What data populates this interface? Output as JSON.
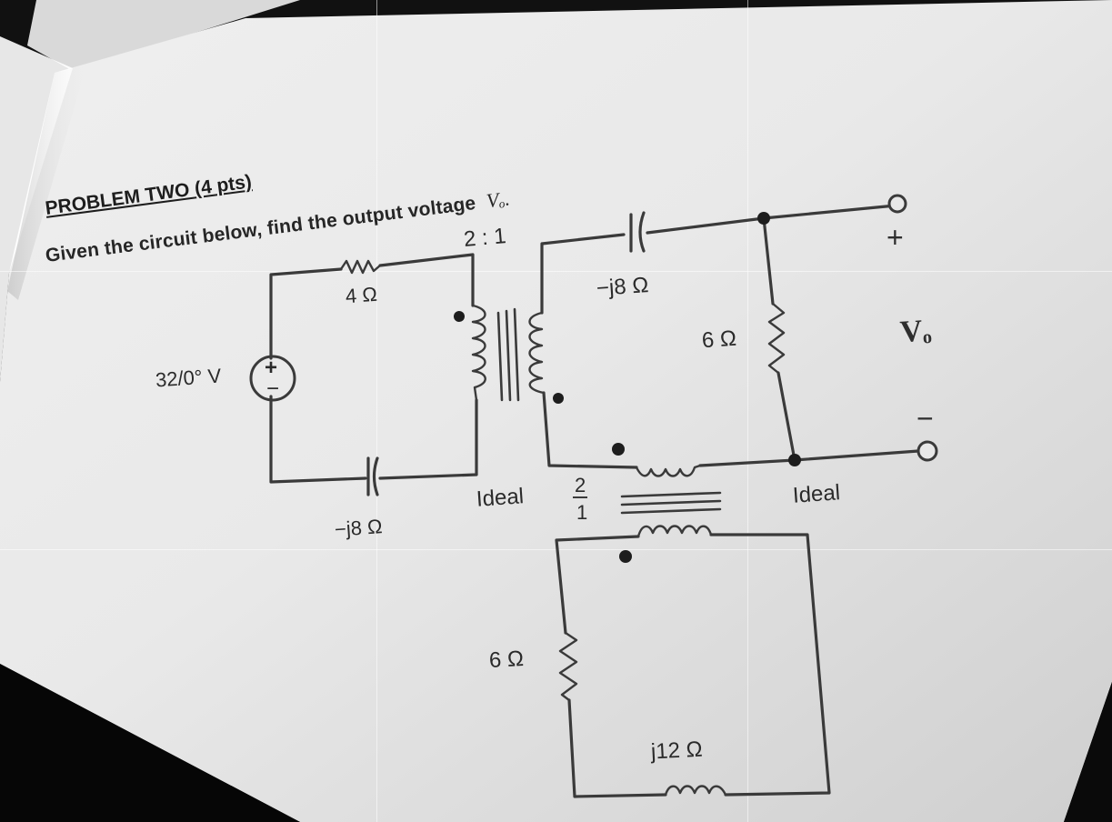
{
  "problem": {
    "heading": "PROBLEM TWO (4 pts)",
    "question": "Given the circuit below, find the output voltage",
    "output_symbol": "Vₒ."
  },
  "circuit": {
    "source_label": "32/0° V",
    "source_plus": "+",
    "source_minus": "−",
    "resistor_4": "4 Ω",
    "capacitor_left": "−j8 Ω",
    "turns_ratio_top": "2 : 1",
    "capacitor_right": "−j8 Ω",
    "resistor_6_right": "6 Ω",
    "ideal_left": "Ideal",
    "ratio_bottom_num": "2",
    "ratio_bottom_den": "1",
    "ideal_right": "Ideal",
    "resistor_6_bottom": "6 Ω",
    "inductor_bottom": "j12 Ω",
    "output_plus": "+",
    "output_minus": "−",
    "output_label": "Vₒ"
  },
  "colors": {
    "paper": "#e6e6e6",
    "ink": "#222222",
    "wire": "#3a3a3a"
  }
}
